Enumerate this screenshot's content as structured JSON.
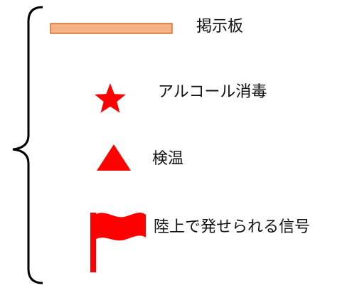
{
  "legend": {
    "items": [
      {
        "key": "bulletin",
        "label": "掲示板",
        "icon": "orange-bar-icon",
        "color": "#F4B183",
        "stroke": "#C55A11"
      },
      {
        "key": "alcohol",
        "label": "アルコール消毒",
        "icon": "red-star-icon",
        "color": "#FF0000"
      },
      {
        "key": "temp",
        "label": "検温",
        "icon": "red-triangle-icon",
        "color": "#FF0000"
      },
      {
        "key": "signal",
        "label": "陸上で発せられる信号",
        "icon": "red-flag-icon",
        "color": "#FF0000"
      }
    ]
  }
}
